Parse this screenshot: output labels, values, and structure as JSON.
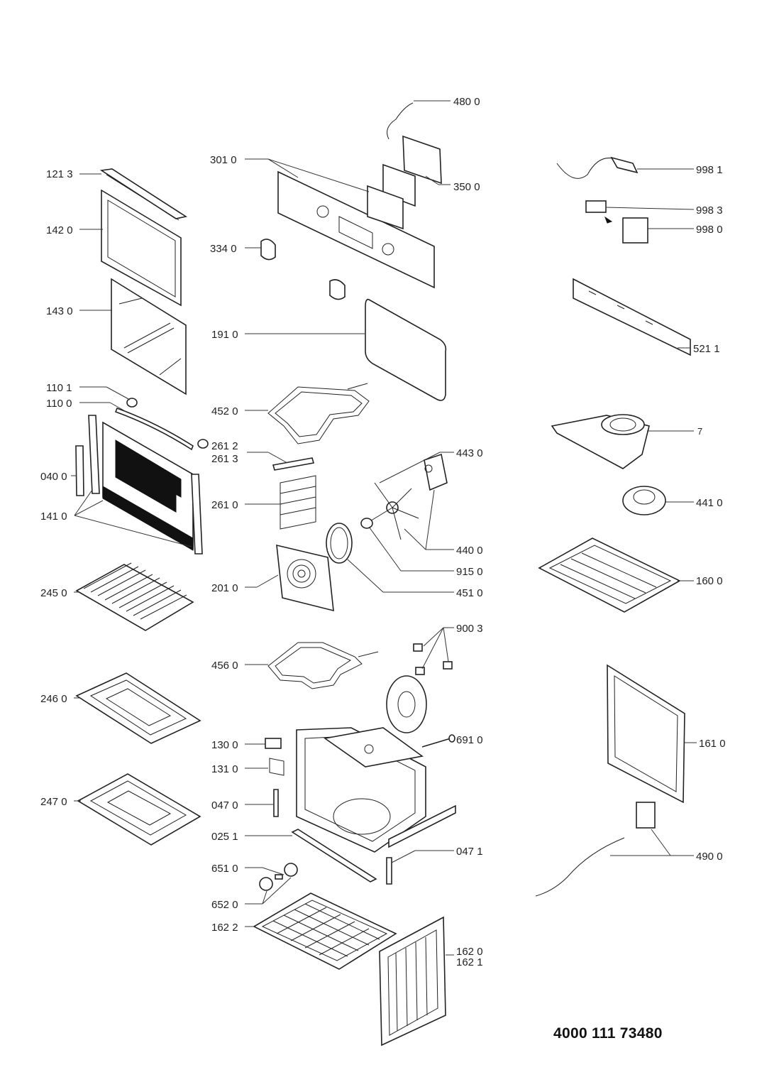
{
  "document_number": "4000 111 73480",
  "labels": {
    "l4800": "480 0",
    "l3010": "301 0",
    "l3500": "350 0",
    "l1213": "121 3",
    "l1420": "142 0",
    "l3340": "334 0",
    "l1430": "143 0",
    "l1910": "191 0",
    "l1101": "110 1",
    "l1100": "110 0",
    "l4520": "452 0",
    "l2612": "261 2",
    "l2613": "261 3",
    "l0400": "040 0",
    "l1410": "141 0",
    "l2610": "261 0",
    "l4430": "443 0",
    "l4400": "440 0",
    "l9150": "915 0",
    "l4510": "451 0",
    "l2010": "201 0",
    "l2450": "245 0",
    "l9003": "900 3",
    "l4560": "456 0",
    "l2460": "246 0",
    "l6910": "691 0",
    "l1300": "130 0",
    "l1310": "131 0",
    "l2470": "247 0",
    "l0470": "047 0",
    "l0251": "025 1",
    "l0471": "047 1",
    "l6510": "651 0",
    "l6520": "652 0",
    "l1622": "162 2",
    "l1620": "162 0",
    "l1621": "162 1",
    "l9981": "998 1",
    "l9983": "998 3",
    "l9980": "998 0",
    "l5211": "521 1",
    "l7": "7",
    "l4410": "441 0",
    "l1600": "160 0",
    "l1610": "161 0",
    "l4900": "490 0"
  }
}
